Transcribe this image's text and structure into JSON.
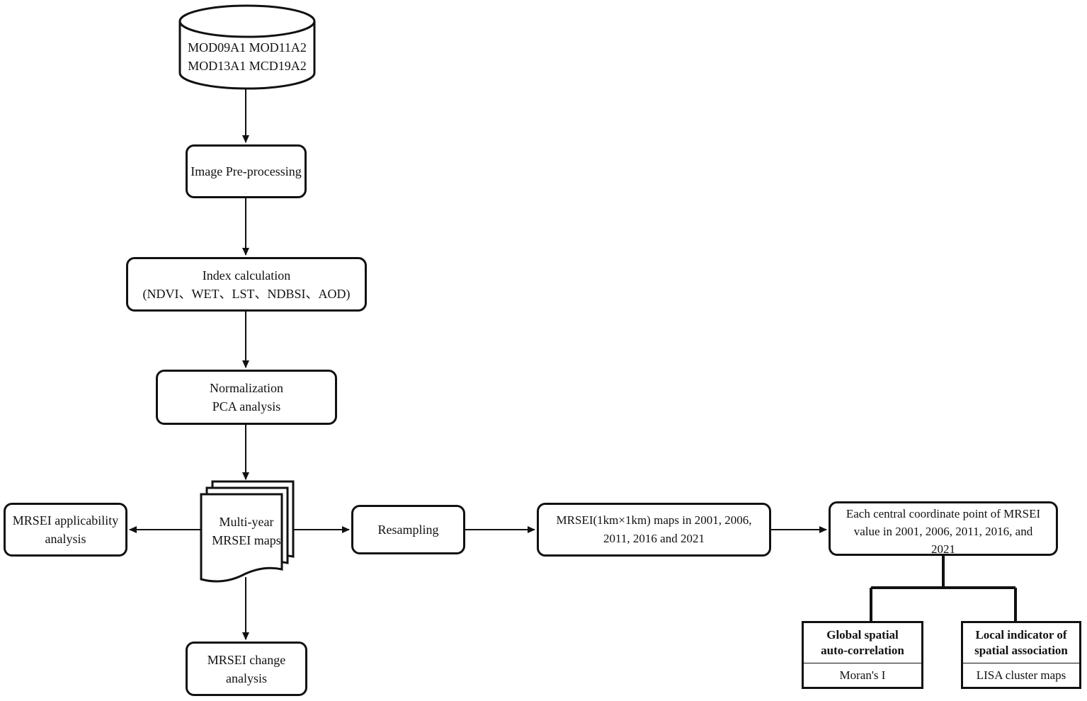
{
  "nodes": {
    "data_sources": {
      "line1": "MOD09A1 MOD11A2",
      "line2": "MOD13A1 MCD19A2"
    },
    "preprocessing": {
      "label": "Image Pre-processing"
    },
    "index_calc": {
      "line1": "Index calculation",
      "line2": "(NDVI、WET、LST、NDBSI、AOD)"
    },
    "normalization": {
      "line1": "Normalization",
      "line2": "PCA analysis"
    },
    "multi_year": {
      "line1": "Multi-year",
      "line2": "MRSEI maps"
    },
    "applicability": {
      "line1": "MRSEI applicability",
      "line2": "analysis"
    },
    "change": {
      "line1": "MRSEI change",
      "line2": "analysis"
    },
    "resampling": {
      "label": "Resampling"
    },
    "maps_1km": {
      "line1": "MRSEI(1km×1km) maps in 2001, 2006,",
      "line2": "2011, 2016 and 2021"
    },
    "central_points": {
      "line1": "Each central coordinate point of MRSEI",
      "line2": "value in 2001, 2006, 2011, 2016, and",
      "line3": "2021"
    },
    "global_spatial": {
      "head1": "Global spatial",
      "head2": "auto-correlation",
      "sub": "Moran's I"
    },
    "local_indicator": {
      "head1": "Local indicator of",
      "head2": "spatial association",
      "sub": "LISA cluster maps"
    }
  }
}
